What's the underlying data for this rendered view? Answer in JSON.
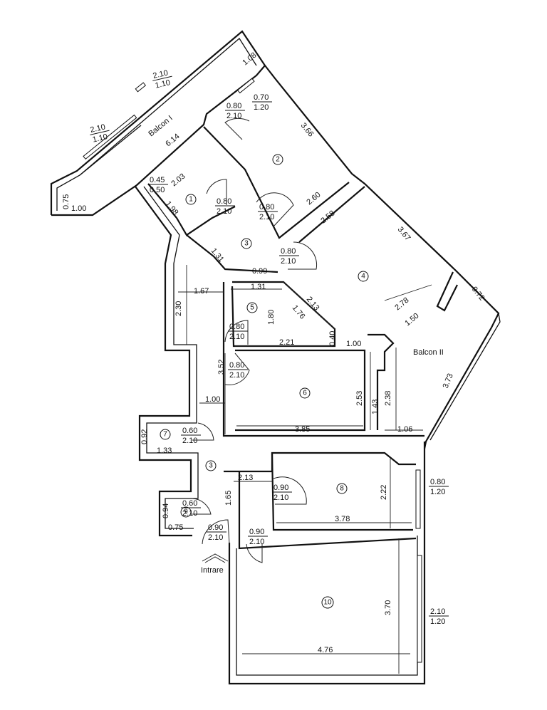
{
  "rooms": [
    {
      "id": "room-1",
      "number": "1"
    },
    {
      "id": "room-2",
      "number": "2"
    },
    {
      "id": "room-3a",
      "number": "3"
    },
    {
      "id": "room-3b",
      "number": "3"
    },
    {
      "id": "room-4",
      "number": "4"
    },
    {
      "id": "room-5",
      "number": "5"
    },
    {
      "id": "room-6",
      "number": "6"
    },
    {
      "id": "room-7",
      "number": "7"
    },
    {
      "id": "room-8",
      "number": "8"
    },
    {
      "id": "room-9",
      "number": "9"
    },
    {
      "id": "room-10",
      "number": "10"
    }
  ],
  "labels": {
    "balcon_1": "Balcon I",
    "balcon_2": "Balcon II",
    "intrare": "Intrare"
  },
  "dimensions": [
    "1.08",
    "3.66",
    "2.60",
    "6.14",
    "0.75",
    "1.00",
    "2.03",
    "1.98",
    "2.58",
    "3.67",
    "2.78",
    "1.50",
    "0.72",
    "3.73",
    "1.31",
    "0.99",
    "1.67",
    "2.30",
    "1.31",
    "1.80",
    "1.76",
    "2.13",
    "2.21",
    "0.40",
    "1.00",
    "3.52",
    "2.53",
    "1.43",
    "2.38",
    "1.00",
    "3.85",
    "1.06",
    "0.92",
    "1.33",
    "2.13",
    "2.22",
    "3.78",
    "1.65",
    "0.94",
    "0.75",
    "3.70",
    "4.76"
  ],
  "openings": [
    {
      "top": "2.10",
      "bottom": "1.10"
    },
    {
      "top": "2.10",
      "bottom": "1.10"
    },
    {
      "top": "0.70",
      "bottom": "1.20"
    },
    {
      "top": "0.80",
      "bottom": "2.10"
    },
    {
      "top": "0.45",
      "bottom": "0.50"
    },
    {
      "top": "0.80",
      "bottom": "2.10"
    },
    {
      "top": "0.80",
      "bottom": "2.10"
    },
    {
      "top": "0.80",
      "bottom": "2.10"
    },
    {
      "top": "0.80",
      "bottom": "2.10"
    },
    {
      "top": "0.80",
      "bottom": "2.10"
    },
    {
      "top": "0.60",
      "bottom": "2.10"
    },
    {
      "top": "0.90",
      "bottom": "2.10"
    },
    {
      "top": "0.60",
      "bottom": "2.10"
    },
    {
      "top": "0.90",
      "bottom": "2.10"
    },
    {
      "top": "0.90",
      "bottom": "2.10"
    },
    {
      "top": "0.80",
      "bottom": "1.20"
    },
    {
      "top": "2.10",
      "bottom": "1.20"
    }
  ]
}
